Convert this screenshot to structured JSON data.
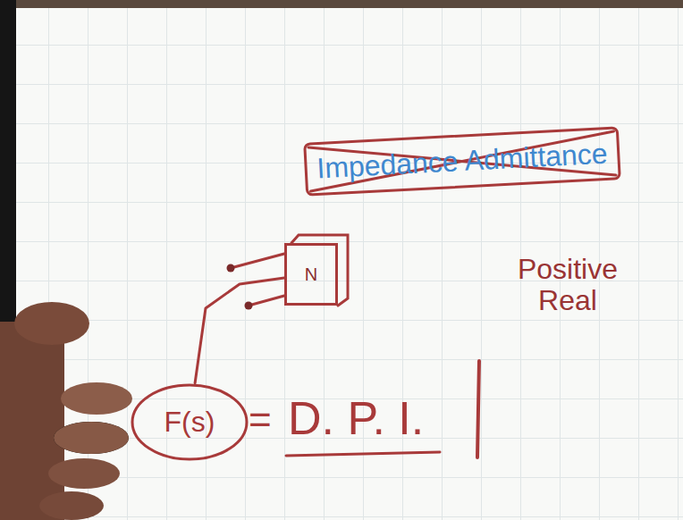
{
  "diagram": {
    "nodes": [
      {
        "text": [
          "Impedance Admittance"
        ]
      },
      {
        "text": [
          "N"
        ]
      },
      {
        "text": [
          "F(s)"
        ]
      }
    ],
    "edges": [
      {
        "from": 2,
        "to": 1,
        "arrow": "none"
      }
    ],
    "labels": [
      "=",
      "D. P. I.",
      "Positive Real"
    ]
  }
}
